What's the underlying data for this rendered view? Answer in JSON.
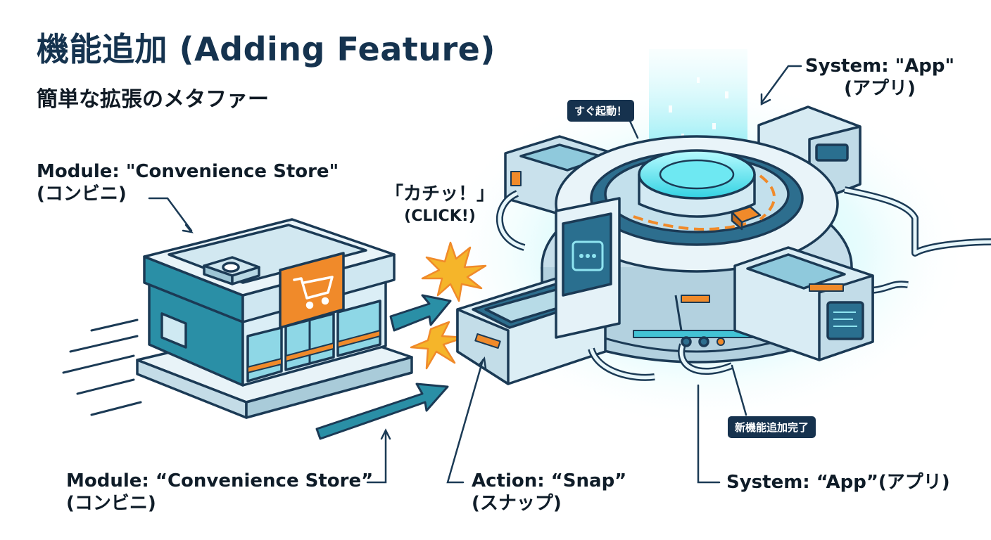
{
  "title": "機能追加 (Adding Feature)",
  "subtitle": "簡単な拡張のメタファー",
  "labels": {
    "module_top_line1": "Module: \"Convenience Store\"",
    "module_top_line2": "(コンビニ)",
    "click_line1": "「カチッ！」",
    "click_line2": "(CLICK!)",
    "system_top_line1": "System: \"App\"",
    "system_top_line2": "(アプリ)",
    "module_bottom_line1": "Module: “Convenience Store”",
    "module_bottom_line2": "(コンビニ)",
    "action_line1": "Action: “Snap”",
    "action_line2": "(スナップ)",
    "system_bottom": "System: “App”(アプリ)"
  },
  "badges": {
    "launch": "すぐ起動！",
    "complete": "新機能追加完了"
  },
  "icons": {
    "cart": "shopping-cart-icon",
    "chat": "chat-bubble-icon"
  },
  "colors": {
    "outline": "#1b3a55",
    "teal": "#2a8fa6",
    "light_blue": "#d5eaf3",
    "glow": "#5fe0ec",
    "orange": "#f08a2a",
    "badge": "#16324e"
  }
}
